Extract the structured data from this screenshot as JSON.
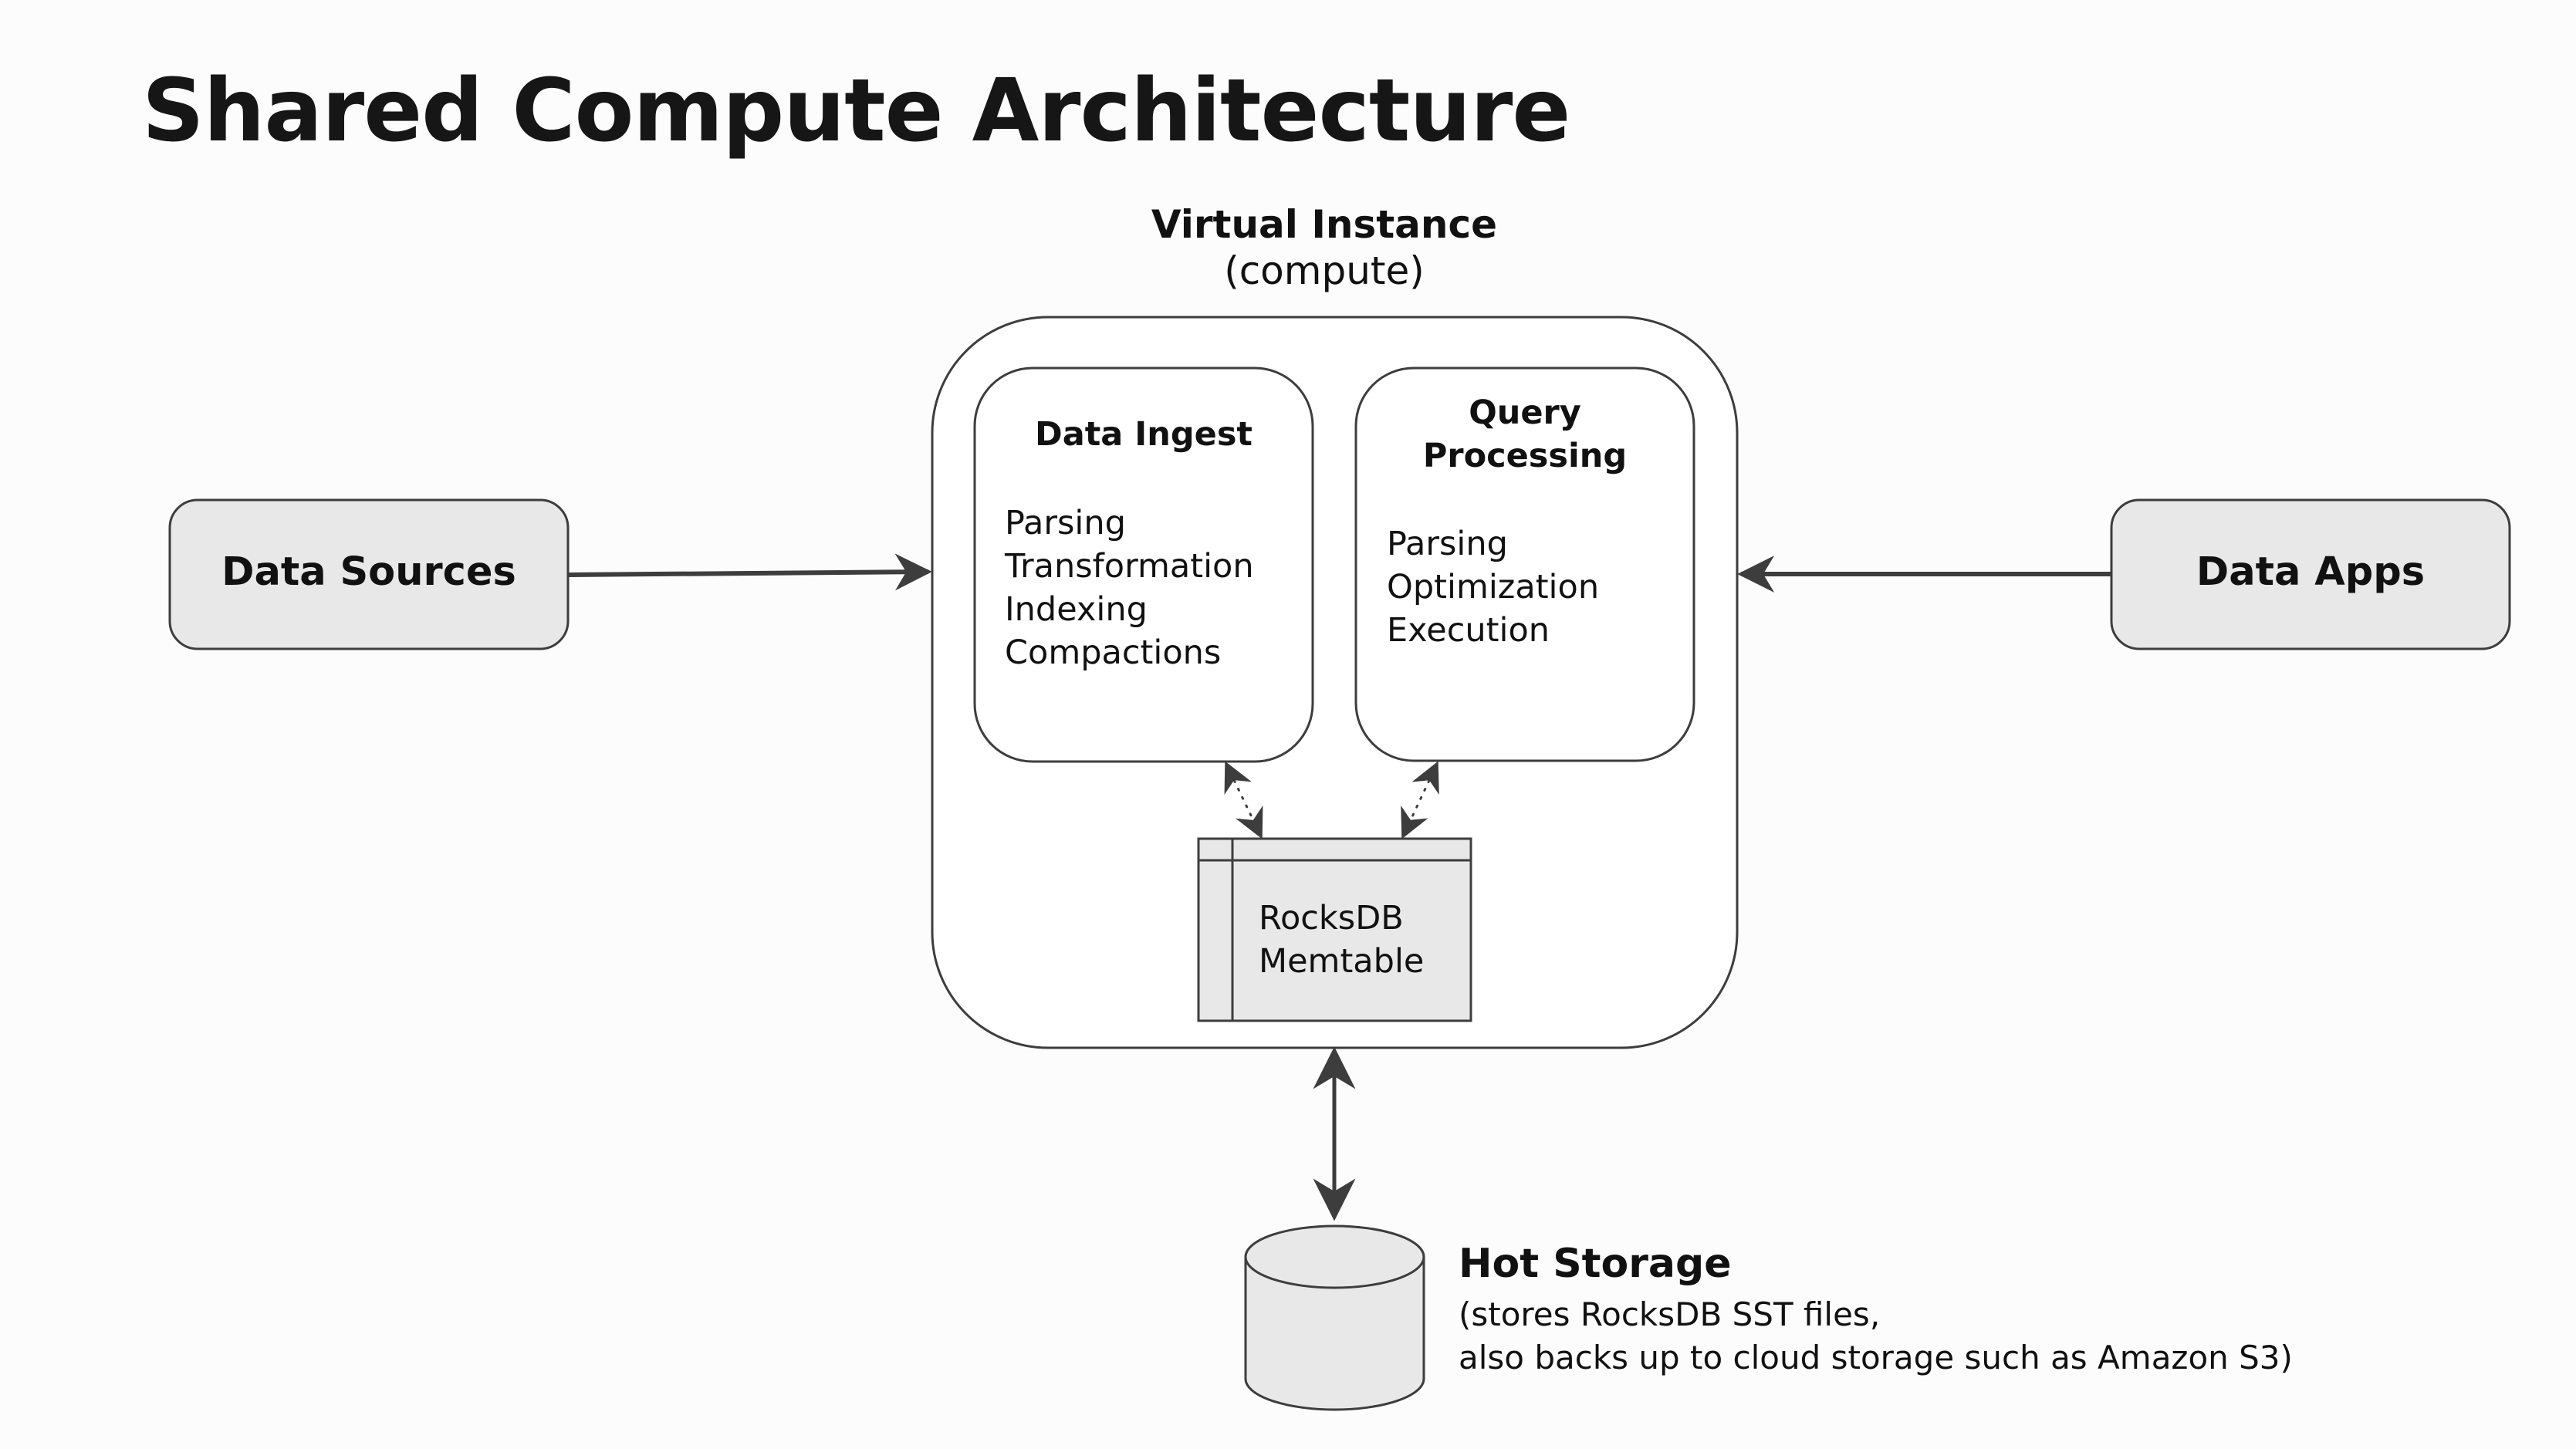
{
  "title": "Shared Compute Architecture",
  "virtual_instance": {
    "title": "Virtual Instance",
    "subtitle": "(compute)"
  },
  "data_sources": {
    "label": "Data Sources"
  },
  "data_apps": {
    "label": "Data Apps"
  },
  "data_ingest": {
    "title": "Data Ingest",
    "items": [
      "Parsing",
      "Transformation",
      "Indexing",
      "Compactions"
    ]
  },
  "query_processing": {
    "title_lines": [
      "Query",
      "Processing"
    ],
    "items": [
      "Parsing",
      "Optimization",
      "Execution"
    ]
  },
  "memtable": {
    "lines": [
      "RocksDB",
      "Memtable"
    ]
  },
  "hot_storage": {
    "title": "Hot Storage",
    "description_lines": [
      "(stores RocksDB SST files,",
      "also backs up to cloud storage such as Amazon S3)"
    ]
  },
  "edges": [
    {
      "from": "data_sources",
      "to": "virtual_instance",
      "style": "solid",
      "direction": "forward"
    },
    {
      "from": "data_apps",
      "to": "virtual_instance",
      "style": "solid",
      "direction": "forward"
    },
    {
      "from": "data_ingest",
      "to": "memtable",
      "style": "dotted",
      "direction": "both"
    },
    {
      "from": "query_processing",
      "to": "memtable",
      "style": "dotted",
      "direction": "both"
    },
    {
      "from": "virtual_instance",
      "to": "hot_storage",
      "style": "solid",
      "direction": "both"
    }
  ],
  "colors": {
    "background": "#fcfcfc",
    "stroke": "#3d3d3d",
    "node_fill": "#e8e8e8",
    "container_fill": "#ffffff",
    "text": "#111111"
  }
}
